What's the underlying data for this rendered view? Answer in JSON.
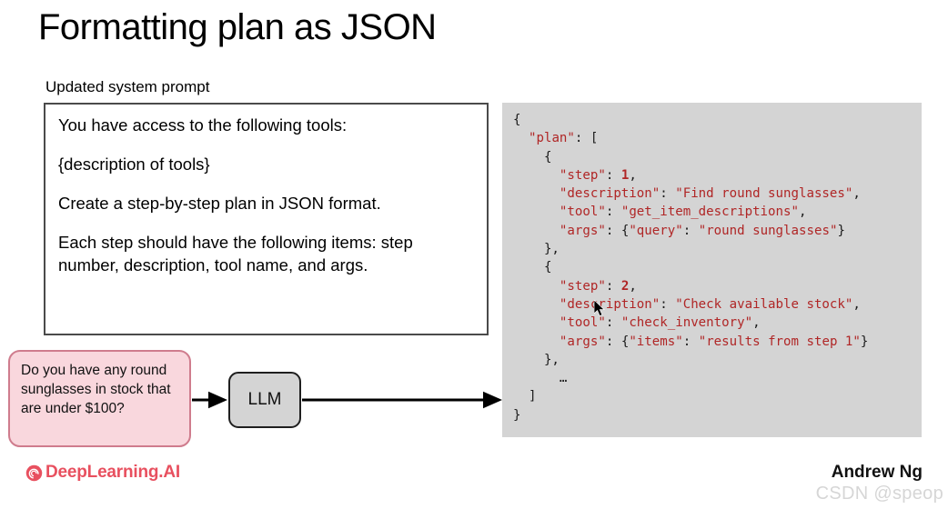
{
  "slide": {
    "title": "Formatting plan as JSON",
    "section_label": "Updated system prompt"
  },
  "prompt_box": {
    "lines": [
      "You have access to the following tools:",
      "{description of tools}",
      "Create a step-by-step plan in JSON format.",
      "Each step should have the following items: step number, description, tool name, and args."
    ]
  },
  "code_panel": {
    "language": "json",
    "background_color": "#d4d4d4",
    "string_color": "#b02626",
    "punct_color": "#1a1a1a",
    "lines": [
      "{",
      "  \"plan\": [",
      "    {",
      "      \"step\": 1,",
      "      \"description\": \"Find round sunglasses\",",
      "      \"tool\": \"get_item_descriptions\",",
      "      \"args\": {\"query\": \"round sunglasses\"}",
      "    },",
      "    {",
      "      \"step\": 2,",
      "      \"description\": \"Check available stock\",",
      "      \"tool\": \"check_inventory\",",
      "      \"args\": {\"items\": \"results from step 1\"}",
      "    },",
      "      …",
      "  ]",
      "}"
    ],
    "plan": [
      {
        "step": 1,
        "description": "Find round sunglasses",
        "tool": "get_item_descriptions",
        "args": {
          "query": "round sunglasses"
        }
      },
      {
        "step": 2,
        "description": "Check available stock",
        "tool": "check_inventory",
        "args": {
          "items": "results from step 1"
        }
      }
    ]
  },
  "user_bubble": {
    "text": "Do you have any round sunglasses in stock that are under $100?",
    "fill_color": "#f9d7dd",
    "border_color": "#cf7c8d"
  },
  "llm_box": {
    "label": "LLM",
    "fill_color": "#d4d4d4",
    "border_color": "#1f1f1f"
  },
  "footer": {
    "logo_text": "DeepLearning.AI",
    "logo_color": "#e8505f",
    "author": "Andrew Ng",
    "watermark": "CSDN @speop"
  }
}
